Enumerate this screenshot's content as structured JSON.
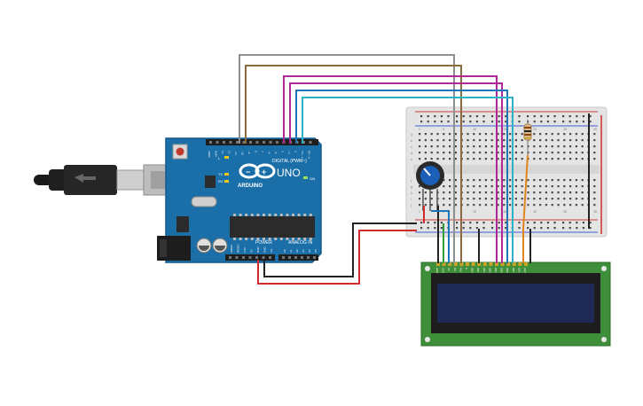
{
  "arduino": {
    "brand": "ARDUINO",
    "model": "UNO",
    "digital_label": "DIGITAL (PWM~)",
    "power_label": "POWER",
    "analog_label": "ANALOG IN",
    "on_label": "ON",
    "l_label": "L",
    "tx_label": "TX",
    "rx_label": "RX",
    "digital_pins": [
      "AREF",
      "GND",
      "13",
      "12",
      "~11",
      "~10",
      "~9",
      "8",
      "7",
      "~6",
      "~5",
      "4",
      "~3",
      "2",
      "TX→1",
      "RX←0"
    ],
    "power_pins": [
      "IOREF",
      "RESET",
      "3.3V",
      "5V",
      "GND",
      "GND",
      "Vin"
    ],
    "analog_pins": [
      "A0",
      "A1",
      "A2",
      "A3",
      "A4",
      "A5"
    ],
    "colors": {
      "board": "#1b6fa8",
      "board_edge": "#135a8c",
      "chip": "#2b2b2b",
      "header": "#1e1e1e"
    }
  },
  "breadboard": {
    "column_numbers": [
      "1",
      "5",
      "10",
      "15",
      "20",
      "25",
      "30"
    ],
    "row_letters_top": [
      "a",
      "b",
      "c",
      "d",
      "e"
    ],
    "row_letters_bottom": [
      "f",
      "g",
      "h",
      "i",
      "j"
    ],
    "colors": {
      "body": "#e4e4e4",
      "rail_red": "#d43a3a",
      "rail_blue": "#3a5bd4"
    }
  },
  "lcd": {
    "pin_labels": [
      "GND",
      "VCC",
      "V0",
      "RS",
      "RW",
      "E",
      "DB0",
      "DB1",
      "DB2",
      "DB3",
      "DB4",
      "DB5",
      "DB6",
      "DB7",
      "LED",
      "LED"
    ],
    "colors": {
      "pcb": "#3f8f3a",
      "bezel": "#1d1d1d",
      "screen": "#1e2a55"
    }
  },
  "wire_colors": {
    "gray": "#8e8e8e",
    "brown": "#8b6a3e",
    "magenta": "#b0279a",
    "cyan": "#2bb2c9",
    "blue": "#1d75b8",
    "red": "#d12a2a",
    "black": "#222222",
    "green": "#2e9d3a",
    "orange": "#e0841b"
  },
  "icons": {
    "usb_cable": "usb-cable-icon",
    "potentiometer": "potentiometer-icon",
    "resistor": "resistor-icon",
    "reset_button": "reset-button-icon",
    "arduino_logo": "infinity-logo-icon"
  }
}
